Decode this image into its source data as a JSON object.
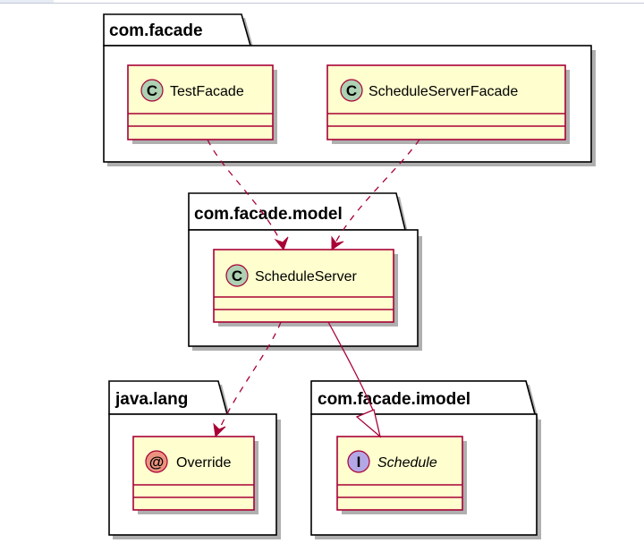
{
  "packages": {
    "facade": {
      "title": "com.facade"
    },
    "model": {
      "title": "com.facade.model"
    },
    "javalang": {
      "title": "java.lang"
    },
    "imodel": {
      "title": "com.facade.imodel"
    }
  },
  "classes": {
    "test_facade": {
      "name": "TestFacade",
      "badge": "C"
    },
    "schedule_server_facade": {
      "name": "ScheduleServerFacade",
      "badge": "C"
    },
    "schedule_server": {
      "name": "ScheduleServer",
      "badge": "C"
    },
    "override": {
      "name": "Override",
      "badge": "@"
    },
    "schedule": {
      "name": "Schedule",
      "badge": "I"
    }
  },
  "colors": {
    "class_fill": "#fefece",
    "class_border": "#a80036",
    "badge_class": "#add1b2",
    "badge_annotation": "#eb937f",
    "badge_interface": "#b4a7e5"
  }
}
